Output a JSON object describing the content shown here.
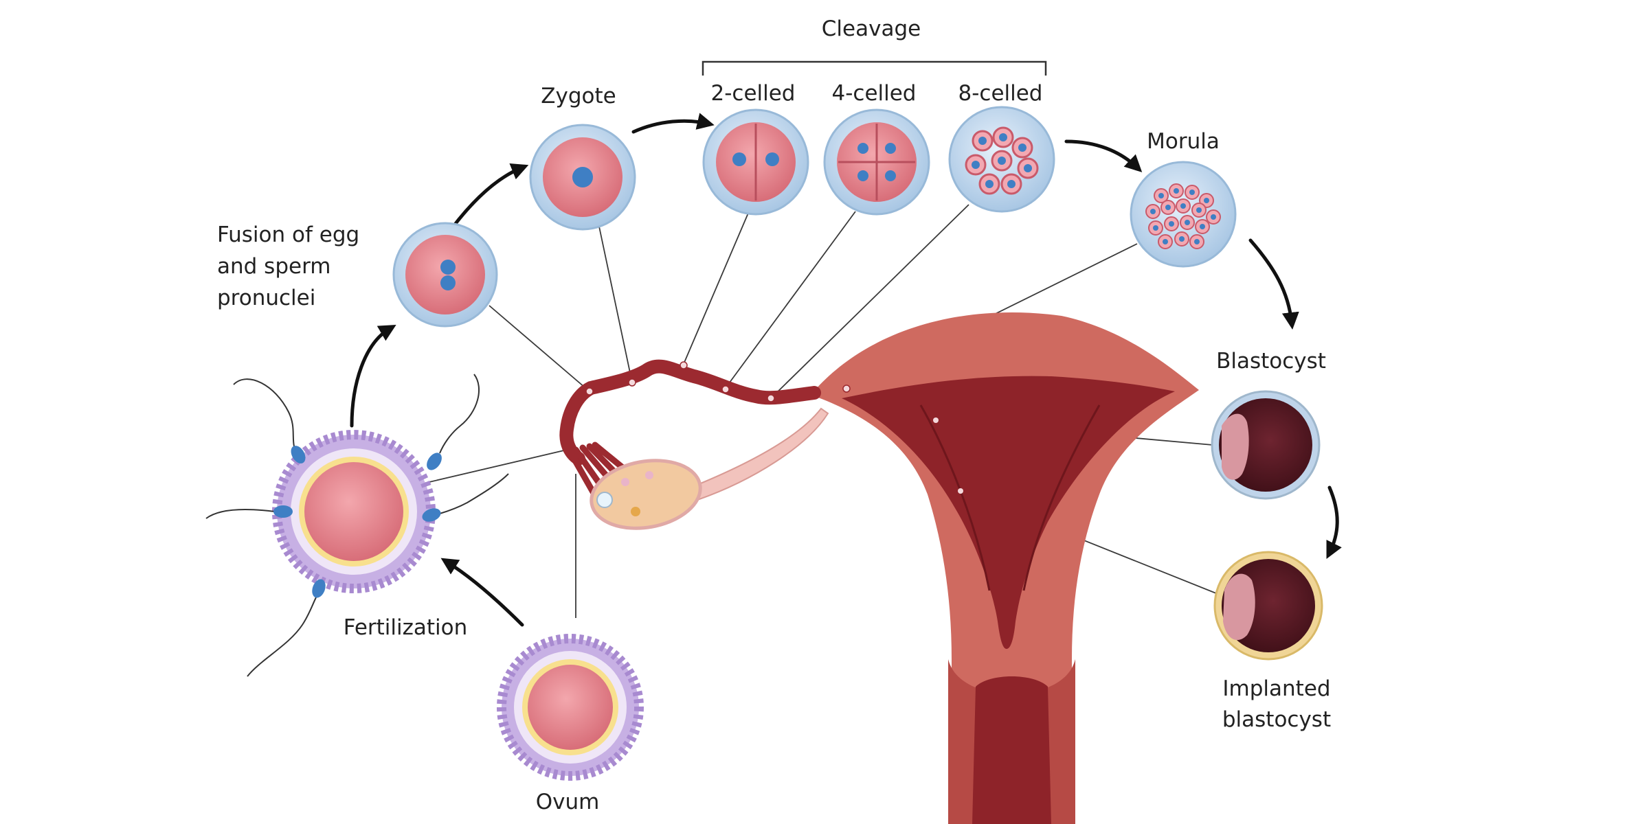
{
  "labels": {
    "cleavage": "Cleavage",
    "zygote": "Zygote",
    "two_celled": "2-celled",
    "four_celled": "4-celled",
    "eight_celled": "8-celled",
    "morula": "Morula",
    "fusion_line1": "Fusion of egg",
    "fusion_line2": "and sperm",
    "fusion_line3": "pronuclei",
    "blastocyst": "Blastocyst",
    "fertilization": "Fertilization",
    "ovum": "Ovum",
    "implanted_line1": "Implanted",
    "implanted_line2": "blastocyst"
  },
  "colors": {
    "cell_membrane": "#b9d3ea",
    "cell_cytoplasm": "#e07c86",
    "nucleus": "#3f7fc4",
    "uterus": "#cc6157",
    "uterus_cavity": "#8e2329",
    "ovary": "#f2c9a0",
    "corona": "#a88ad0",
    "blastocyst_cavity": "#5a1a22"
  }
}
